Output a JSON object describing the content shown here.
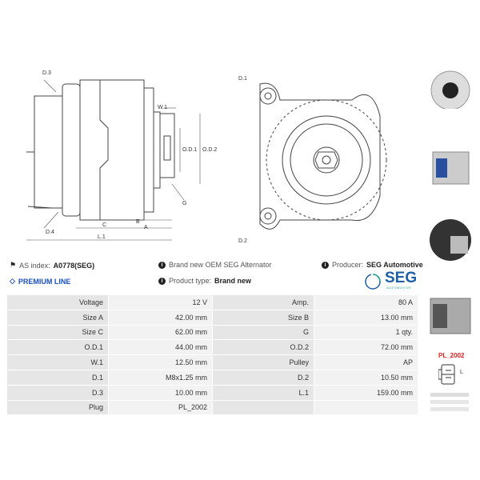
{
  "diagram": {
    "labels": {
      "d3": "D.3",
      "d4": "D.4",
      "w1": "W.1",
      "od1": "O.D.1",
      "od2": "O.D.2",
      "g": "G",
      "c": "C",
      "b": "B",
      "a": "A",
      "l1": "L.1",
      "d1": "D.1",
      "d2": "D.2"
    }
  },
  "info": {
    "as_index_label": "AS index:",
    "as_index_value": "A0778(SEG)",
    "premium": "PREMIUM LINE",
    "description": "Brand new OEM SEG Alternator",
    "product_type_label": "Product type:",
    "product_type_value": "Brand new",
    "producer_label": "Producer:",
    "producer_value": "SEG Automotive",
    "logo_text": "SEG",
    "logo_sub": "AUTOMOTIVE"
  },
  "specs": [
    [
      "Voltage",
      "12 V",
      "Amp.",
      "80 A"
    ],
    [
      "Size A",
      "42.00 mm",
      "Size B",
      "13.00 mm"
    ],
    [
      "Size C",
      "62.00 mm",
      "G",
      "1 qty."
    ],
    [
      "O.D.1",
      "44.00 mm",
      "O.D.2",
      "72.00 mm"
    ],
    [
      "W.1",
      "12.50 mm",
      "Pulley",
      "AP"
    ],
    [
      "D.1",
      "M8x1.25 mm",
      "D.2",
      "10.50 mm"
    ],
    [
      "D.3",
      "10.00 mm",
      "L.1",
      "159.00 mm"
    ],
    [
      "Plug",
      "PL_2002",
      "",
      ""
    ]
  ],
  "plug": {
    "name": "PL_2002",
    "terminal": "L"
  },
  "colors": {
    "accent": "#1a4fc4",
    "plug_red": "#e02020",
    "logo_blue": "#1d5fa8",
    "logo_green": "#19a38a"
  }
}
